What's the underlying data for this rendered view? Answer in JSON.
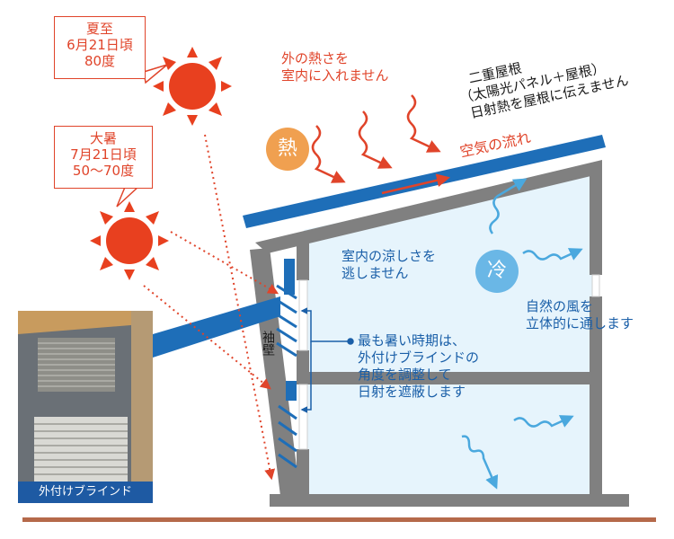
{
  "callouts": {
    "summer": [
      "夏至",
      "6月21日頃",
      "80度"
    ],
    "heat": [
      "大暑",
      "7月21日頃",
      "50〜70度"
    ]
  },
  "labels": {
    "outside_heat": [
      "外の熱さを",
      "室内に入れません"
    ],
    "double_roof": [
      "二重屋根",
      "（太陽光パネル＋屋根）",
      "日射熱を屋根に伝えません"
    ],
    "airflow": "空気の流れ",
    "heat_badge": "熱",
    "cool_badge": "冷",
    "keep_cool": [
      "室内の涼しさを",
      "逃しません"
    ],
    "natural_wind": [
      "自然の風を",
      "立体的に通します"
    ],
    "blind_note": [
      "最も暑い時期は、",
      "外付けブラインドの",
      "角度を調整して",
      "日射を遮蔽します"
    ],
    "sode_wall": "袖壁",
    "photo_caption": "外付けブラインド"
  },
  "colors": {
    "sun": "#e8401f",
    "heat_badge": "#f0a050",
    "cool_badge": "#6ab7e6",
    "roof_panel": "#1e6eb8",
    "wall": "#808080",
    "ground": "#b5694a",
    "interior": "#e6f4fc",
    "accent_red": "#e0442a",
    "text_blue": "#1a5fa8"
  }
}
